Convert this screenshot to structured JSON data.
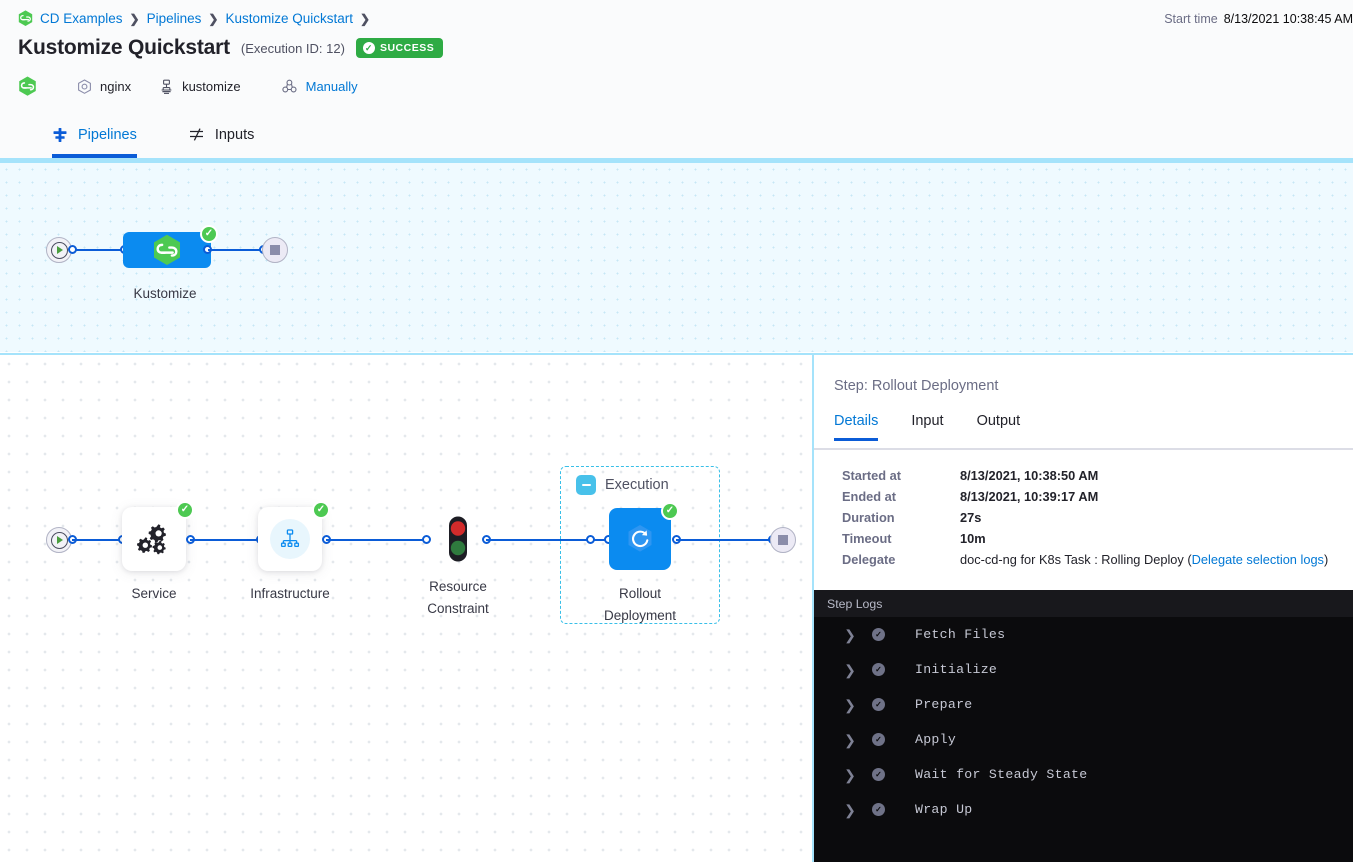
{
  "header": {
    "breadcrumb": [
      {
        "label": "CD Examples",
        "icon": "harness-logo-icon"
      },
      {
        "label": "Pipelines"
      },
      {
        "label": "Kustomize Quickstart"
      }
    ],
    "title": "Kustomize Quickstart",
    "execution_id": "(Execution ID: 12)",
    "status_badge": "SUCCESS",
    "status_color": "#2eab44",
    "start_time_label": "Start time",
    "start_time_value": "8/13/2021 10:38:45 AM",
    "meta": [
      {
        "label": "nginx",
        "icon": "service-icon"
      },
      {
        "label": "kustomize",
        "icon": "kubernetes-icon"
      },
      {
        "label": "Manually",
        "icon": "trigger-icon",
        "link": true
      }
    ]
  },
  "tabs": [
    {
      "label": "Pipelines",
      "icon": "pipeline-icon",
      "active": true
    },
    {
      "label": "Inputs",
      "icon": "inputs-icon",
      "active": false
    }
  ],
  "top_graph": {
    "nodes": [
      {
        "name": "Kustomize",
        "type": "stage",
        "status": "success",
        "icon": "harness-logo-icon"
      }
    ]
  },
  "stage_controls": {
    "stage_selector": "Kustomize",
    "stage_selector_icon": "kustomize-icon",
    "segments": [
      "Infrastructure",
      "Execution"
    ]
  },
  "bottom_graph": {
    "nodes": [
      {
        "name": "Service",
        "icon": "gears-icon",
        "status": "success"
      },
      {
        "name": "Infrastructure",
        "icon": "infra-tree-icon",
        "status": "success"
      },
      {
        "name": "Resource\nConstraint",
        "label_line1": "Resource",
        "label_line2": "Constraint",
        "icon": "traffic-light-icon"
      },
      {
        "name": "Rollout\nDeployment",
        "label_line1": "Rollout",
        "label_line2": "Deployment",
        "icon": "rollout-icon",
        "status": "success"
      }
    ],
    "group": {
      "title": "Execution",
      "collapse_icon": "minus-icon"
    }
  },
  "right_panel": {
    "step_title": "Step: Rollout Deployment",
    "tabs": [
      {
        "label": "Details",
        "active": true
      },
      {
        "label": "Input",
        "active": false
      },
      {
        "label": "Output",
        "active": false
      }
    ],
    "details": [
      {
        "key": "Started at",
        "value": "8/13/2021, 10:38:50 AM"
      },
      {
        "key": "Ended at",
        "value": "8/13/2021, 10:39:17 AM"
      },
      {
        "key": "Duration",
        "value": "27s"
      },
      {
        "key": "Timeout",
        "value": "10m"
      }
    ],
    "delegate": {
      "key": "Delegate",
      "value_prefix": "doc-cd-ng for K8s Task : Rolling Deploy (",
      "link": "Delegate selection logs",
      "value_suffix": ")"
    }
  },
  "logs": {
    "title": "Step Logs",
    "rows": [
      {
        "label": "Fetch Files",
        "status": "success"
      },
      {
        "label": "Initialize",
        "status": "success"
      },
      {
        "label": "Prepare",
        "status": "success"
      },
      {
        "label": "Apply",
        "status": "success"
      },
      {
        "label": "Wait for Steady State",
        "status": "success"
      },
      {
        "label": "Wrap Up",
        "status": "success"
      }
    ]
  }
}
